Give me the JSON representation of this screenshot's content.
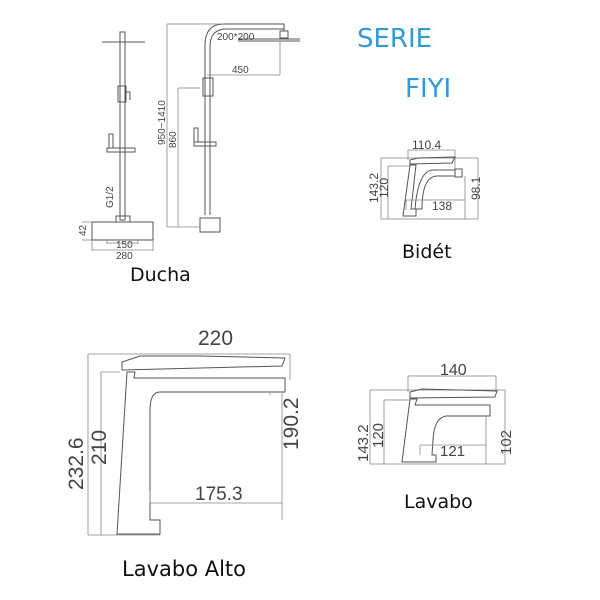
{
  "title": {
    "line1": "SERIE",
    "line2": "FIYI",
    "color": "#2e9ad6"
  },
  "ducha": {
    "label": "Ducha",
    "dims": {
      "head": "200*200",
      "arm": "450",
      "height_range": "950~1410",
      "height": "860",
      "inlet": "G1/2",
      "valve_h": "42",
      "centers": "150",
      "width": "280"
    }
  },
  "bidet": {
    "label": "Bidét",
    "dims": {
      "top": "110.4",
      "total_h": "143.2",
      "spout_h": "120",
      "depth": "138",
      "right_h": "98.1"
    }
  },
  "lavabo_alto": {
    "label": "Lavabo Alto",
    "dims": {
      "top": "220",
      "total_h": "232.6",
      "body_h": "210",
      "spout_h": "190.2",
      "reach": "175.3"
    }
  },
  "lavabo": {
    "label": "Lavabo",
    "dims": {
      "top": "140",
      "total_h": "143.2",
      "body_h": "120",
      "reach": "121",
      "spout_h": "102"
    }
  }
}
